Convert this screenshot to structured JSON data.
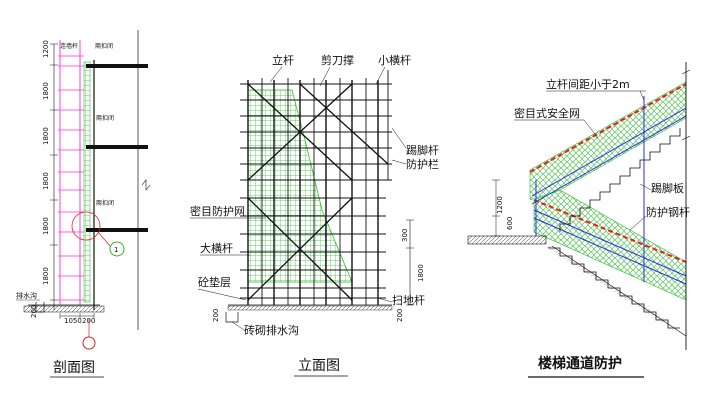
{
  "section": {
    "caption": "剖面图",
    "top_labels": [
      "连墙杆",
      "兩扣闭"
    ],
    "mid_labels": [
      "兩扣闭",
      "兩扣闭"
    ],
    "drain_label": "排水沟",
    "dims_v": [
      "1200",
      "1800",
      "1800",
      "1800",
      "1800",
      "1800"
    ],
    "dims_h": [
      "1050",
      "200"
    ],
    "dim_side": "200",
    "detail_no": "1"
  },
  "elevation": {
    "caption": "立面图",
    "labels": {
      "upright": "立杆",
      "scissor": "剪刀撑",
      "small_bar": "小横杆",
      "toe_bar": "踢脚杆",
      "guard_bar": "防护栏",
      "mesh": "密目防护网",
      "big_bar": "大横杆",
      "pad": "砼垫层",
      "sweep": "扫地杆",
      "drain": "砖砌排水沟"
    },
    "dims": [
      "300",
      "1800",
      "200",
      "200"
    ]
  },
  "stair": {
    "caption": "楼梯通道防护",
    "labels": {
      "spacing": "立杆间距小于2m",
      "net": "密目式安全网",
      "toe_board": "踢脚板",
      "guard": "防护钢杆"
    },
    "dims": [
      "1200",
      "600"
    ]
  }
}
